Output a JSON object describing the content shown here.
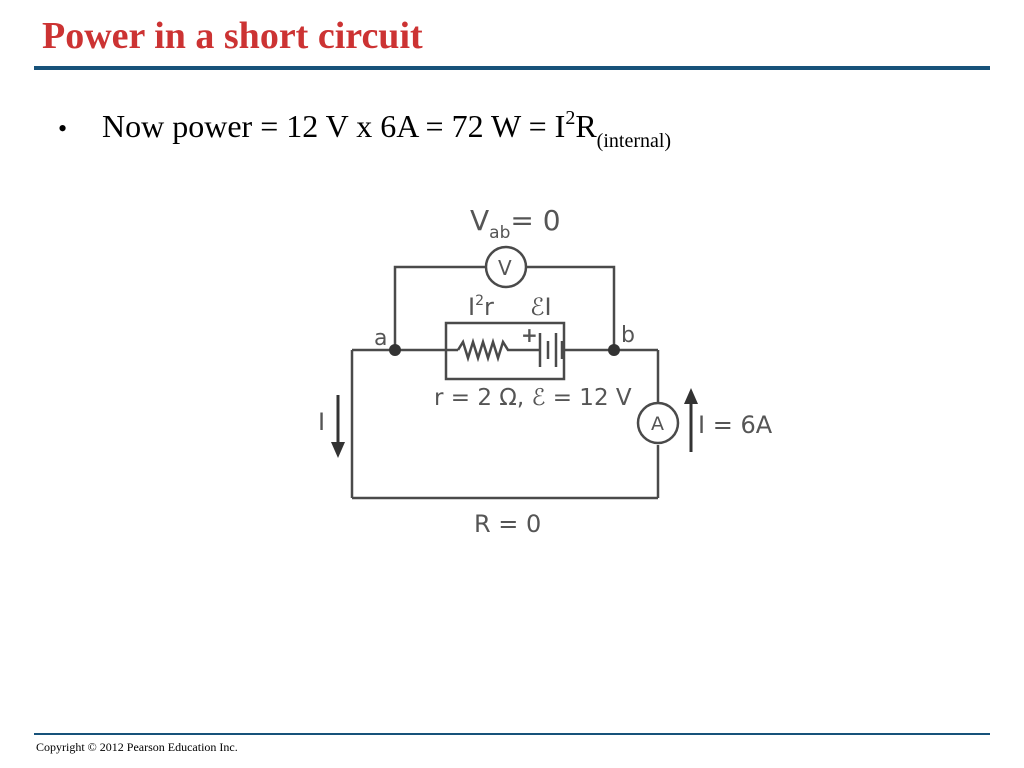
{
  "slide": {
    "title": "Power in a short circuit",
    "bullet": {
      "marker": "•",
      "text_main": "Now power = 12 V x 6A = 72 W = I",
      "superscript": "2",
      "text_after": "R",
      "subscript": "(internal)"
    },
    "footer": "Copyright © 2012 Pearson Education Inc."
  },
  "diagram": {
    "voltage_label": "V",
    "voltage_sub": "ab",
    "voltage_eq": "= 0",
    "voltmeter_symbol": "V",
    "ammeter_symbol": "A",
    "node_a": "a",
    "node_b": "b",
    "i2r_base": "I",
    "i2r_exp": "2",
    "i2r_tail": "r",
    "emf_power": "ℰI",
    "battery_plus": "+",
    "internal_params": "r = 2 Ω, ℰ = 12 V",
    "current_left": "I",
    "current_right": "I = 6A",
    "load_resistance": "R = 0"
  },
  "colors": {
    "title": "#cc3333",
    "rule": "#17527a",
    "wire": "#4a4a4a",
    "label": "#555555"
  }
}
